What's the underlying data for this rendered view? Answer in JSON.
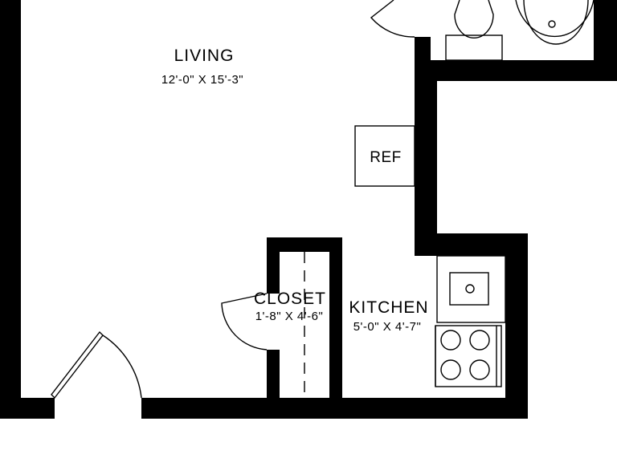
{
  "rooms": {
    "living": {
      "name": "LIVING",
      "size": "12'-0\" X 15'-3\""
    },
    "closet": {
      "name": "CLOSET",
      "size": "1'-8\" X 4'-6\""
    },
    "kitchen": {
      "name": "KITCHEN",
      "size": "5'-0\" X 4'-7\""
    }
  },
  "appliances": {
    "refrigerator": "REF"
  },
  "colors": {
    "wall": "#000000",
    "background": "#ffffff"
  }
}
